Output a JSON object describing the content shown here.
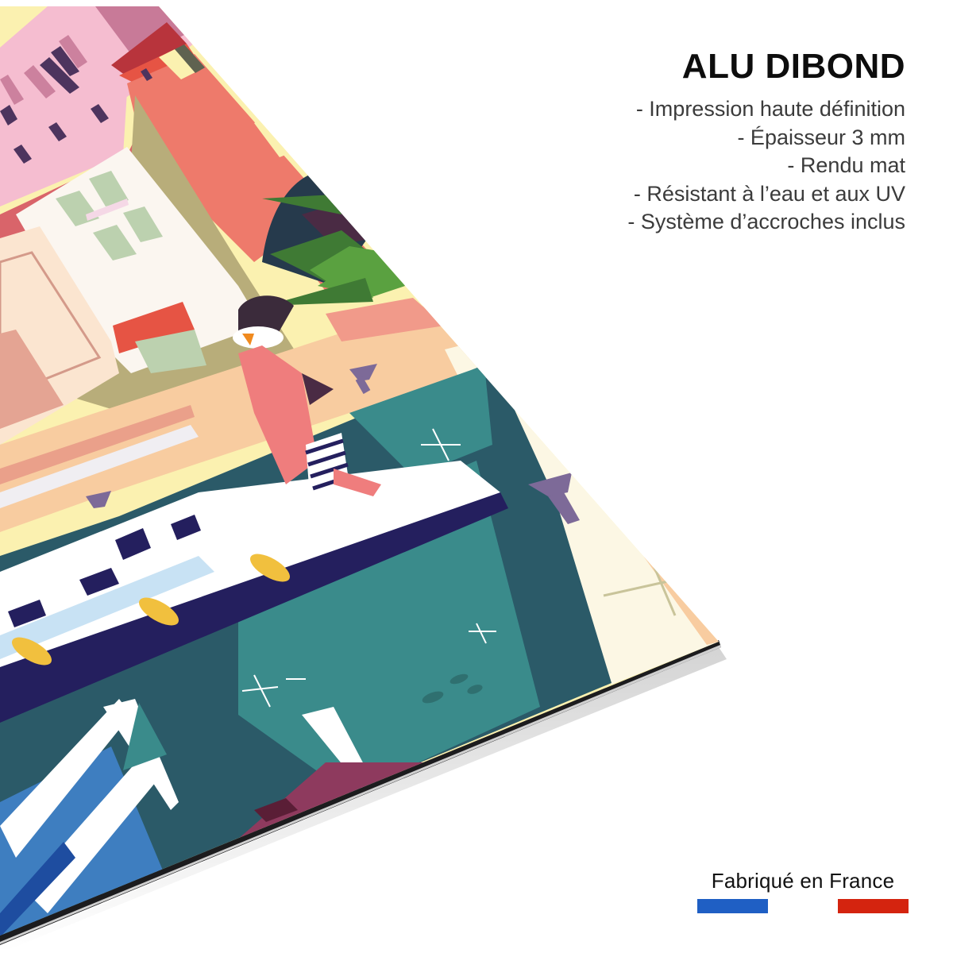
{
  "product": {
    "title": "ALU DIBOND",
    "features": [
      "- Impression haute définition",
      "- Épaisseur 3 mm",
      "- Rendu mat",
      "- Résistant à l’eau et aux UV",
      "- Système d’accroches inclus"
    ]
  },
  "origin": {
    "label": "Fabriqué en France",
    "flag_colors": {
      "blue": "#1f5fc4",
      "red": "#d4240f"
    }
  },
  "illustration": {
    "subject": "harbor-scene-with-sailor-and-boats",
    "palette": {
      "pink_building": "#f5bdd0",
      "coral_building": "#ee7a6b",
      "red_roof": "#b8343c",
      "olive_wall": "#b8ad7a",
      "cream_wall": "#fbf6f0",
      "quay_sand": "#f8cca0",
      "water_dark": "#2b5a68",
      "water_teal": "#3a8b8b",
      "boat_navy": "#241f5e",
      "buoy_yellow": "#f1c03e",
      "plant_green": "#5aa140",
      "panel_edge": "#1c1c1e"
    }
  }
}
